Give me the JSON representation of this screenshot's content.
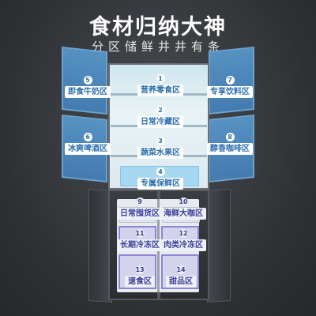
{
  "header": {
    "title": "食材归纳大神",
    "subtitle": "分区储鲜井井有条"
  },
  "colors": {
    "accent_blue": "#2b6fb0",
    "zone_purple": "#3a3f99",
    "background": "#2e3034"
  },
  "zones": [
    {
      "num": "1",
      "label": "营养零食区"
    },
    {
      "num": "2",
      "label": "日常冷藏区"
    },
    {
      "num": "3",
      "label": "蔬菜水果区"
    },
    {
      "num": "4",
      "label": "专属保鲜区"
    },
    {
      "num": "5",
      "label": "即食牛奶区"
    },
    {
      "num": "6",
      "label": "冰爽啤酒区"
    },
    {
      "num": "7",
      "label": "专享饮料区"
    },
    {
      "num": "8",
      "label": "醇香咖啡区"
    },
    {
      "num": "9",
      "label": "日常囤货区"
    },
    {
      "num": "10",
      "label": "海鲜大咖区"
    },
    {
      "num": "11",
      "label": "长期冷冻区"
    },
    {
      "num": "12",
      "label": "肉类冷冻区"
    },
    {
      "num": "13",
      "label": "速食区"
    },
    {
      "num": "14",
      "label": "甜品区"
    }
  ]
}
